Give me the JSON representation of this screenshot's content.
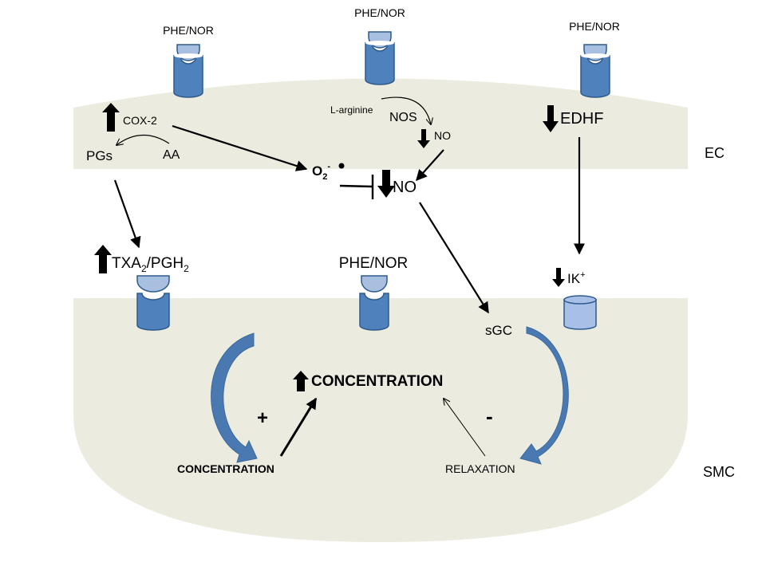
{
  "labels": {
    "phe_nor_left": "PHE/NOR",
    "phe_nor_center": "PHE/NOR",
    "phe_nor_right": "PHE/NOR",
    "cox2": "COX-2",
    "l_arginine": "L-arginine",
    "nos": "NOS",
    "no_small": "NO",
    "edhf": "EDHF",
    "pgs": "PGs",
    "aa": "AA",
    "superoxide_base": "O",
    "superoxide_sub": "2",
    "superoxide_sup": "-",
    "no_large": "NO",
    "ec": "EC",
    "txa2_a": "TXA",
    "txa2_sub1": "2",
    "txa2_b": "/PGH",
    "txa2_sub2": "2",
    "phe_nor_smc": "PHE/NOR",
    "ik_base": "IK",
    "ik_sup": "+",
    "sgc": "sGC",
    "concentration_top": "CONCENTRATION",
    "plus": "+",
    "minus": "-",
    "concentration_bottom": "CONCENTRATION",
    "relaxation": "RELAXATION",
    "smc": "SMC"
  },
  "colors": {
    "cell_fill": "#ecebdf",
    "receptor_fill": "#4f81bd",
    "receptor_stroke": "#2e5b8c",
    "ligand_fill": "#a8bfe0",
    "channel_fill": "#a8c0e8",
    "flow_arrow": "#4a79b2",
    "line": "#000000"
  }
}
